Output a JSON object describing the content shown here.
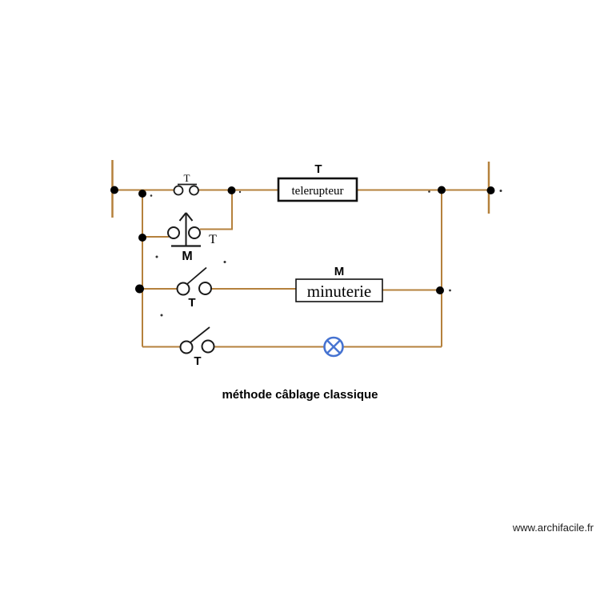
{
  "colors": {
    "wire": "#b5813c",
    "symbol": "#1a1a1a",
    "node": "#000000",
    "lamp": "#4673d1",
    "background": "#ffffff"
  },
  "components": {
    "push_button": {
      "label": "T"
    },
    "telerupteur": {
      "tag": "T",
      "name": "telerupteur"
    },
    "coil_contact": {
      "label": "M",
      "tag": "T"
    },
    "minuterie": {
      "tag": "M",
      "name": "minuterie"
    },
    "timer_contact": {
      "label": "T"
    },
    "lamp_contact": {
      "label": "T"
    }
  },
  "caption": "méthode câblage classique",
  "watermark": "www.archifacile.fr"
}
